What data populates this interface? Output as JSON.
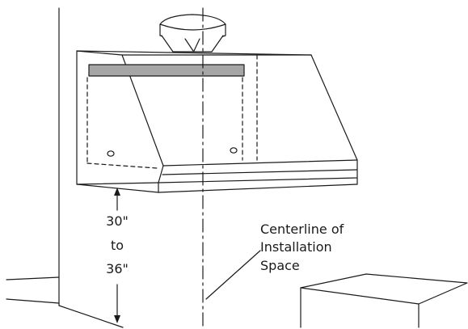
{
  "dimension_label": {
    "line1": "30\"",
    "line2": "to",
    "line3": "36\""
  },
  "centerline_label": {
    "line1": "Centerline of",
    "line2": "Installation",
    "line3": "Space"
  },
  "colors": {
    "stroke": "#1a1a1a",
    "filter_bar": "#a6a6a6",
    "background": "#ffffff"
  }
}
